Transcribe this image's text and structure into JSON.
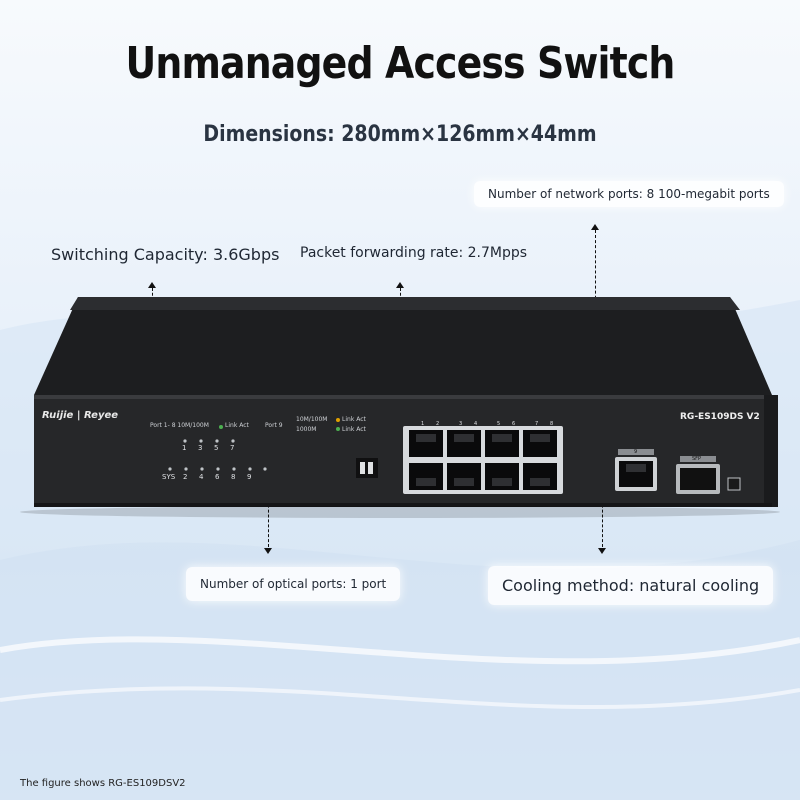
{
  "title": "Unmanaged Access Switch",
  "dimensions": "Dimensions: 280mm×126mm×44mm",
  "callouts": {
    "network_ports": "Number of network ports: 8 100-megabit ports",
    "switching_capacity": "Switching Capacity: 3.6Gbps",
    "packet_forwarding": "Packet forwarding rate: 2.7Mpps",
    "optical_ports": "Number of optical ports: 1 port",
    "cooling": "Cooling method: natural cooling"
  },
  "device": {
    "brand": "Ruijie | Reyee",
    "model": "RG-ES109DS V2",
    "port_legend_1": "Port 1- 8  10M/100M",
    "link_act": "Link  Act",
    "port9_label": "Port 9",
    "speed_a": "10M/100M",
    "speed_b": "1000M",
    "led_top": [
      "1",
      "3",
      "5",
      "7"
    ],
    "led_bottom": [
      "SYS",
      "2",
      "4",
      "6",
      "8",
      "9"
    ],
    "port_numbers_top": [
      "1",
      "2",
      "3",
      "4",
      "5",
      "6",
      "7",
      "8"
    ],
    "port9_num": "9",
    "sfp_label": "SFP"
  },
  "footer": "The figure shows RG-ES109DSV2"
}
